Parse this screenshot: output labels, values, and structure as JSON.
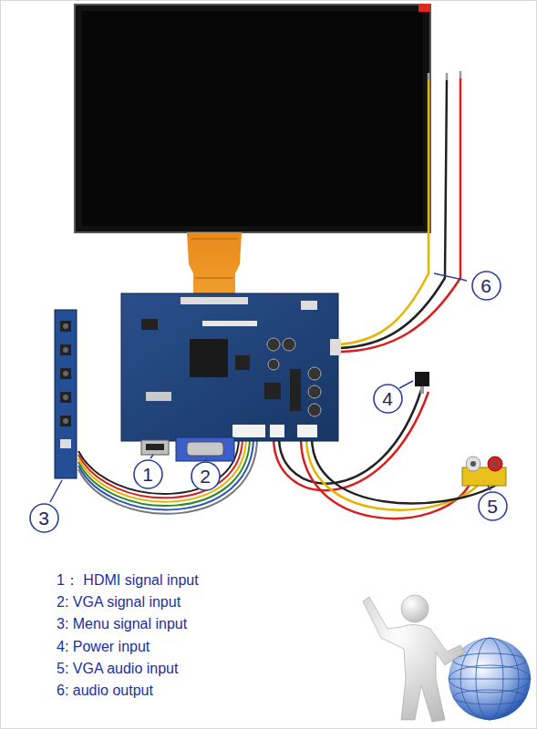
{
  "diagram": {
    "nodes": [
      {
        "text": [
          "6"
        ]
      },
      {
        "text": [
          "4"
        ]
      },
      {
        "text": [
          "1"
        ]
      },
      {
        "text": [
          "2"
        ]
      },
      {
        "text": [
          "5"
        ]
      },
      {
        "text": [
          "3"
        ]
      }
    ],
    "labels": [
      "1： HDMI signal input",
      "2: VGA signal input",
      "3: Menu signal input",
      "4: Power input",
      "5: VGA audio input",
      "6: audio output"
    ]
  }
}
